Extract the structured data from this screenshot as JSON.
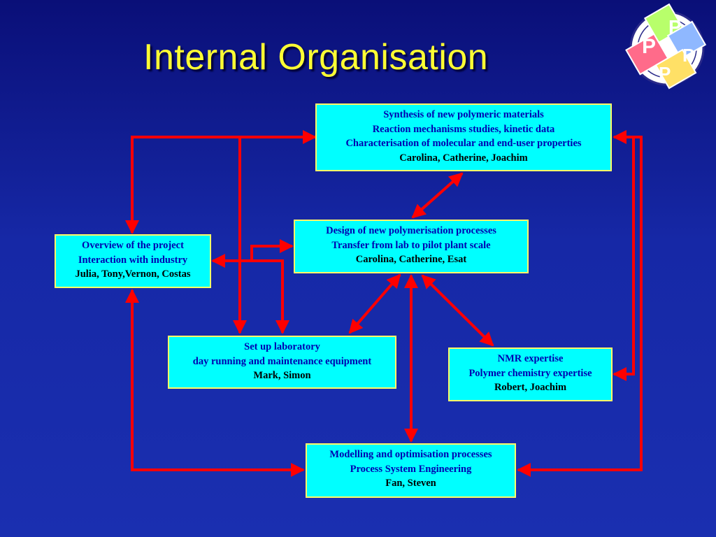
{
  "slide": {
    "title": "Internal Organisation"
  },
  "boxes": {
    "synthesis": {
      "lines": [
        "Synthesis of new polymeric materials",
        "Reaction mechanisms studies, kinetic data",
        "Characterisation of molecular and end-user properties"
      ],
      "people": "Carolina, Catherine, Joachim"
    },
    "design": {
      "lines": [
        "Design of new polymerisation processes",
        "Transfer from lab to pilot plant scale"
      ],
      "people": "Carolina, Catherine, Esat"
    },
    "overview": {
      "lines": [
        "Overview of the project",
        "Interaction with industry"
      ],
      "people": "Julia, Tony,Vernon, Costas"
    },
    "laboratory": {
      "lines": [
        "Set up laboratory",
        "day running and maintenance equipment"
      ],
      "people": "Mark, Simon"
    },
    "nmr": {
      "lines": [
        "NMR expertise",
        "Polymer chemistry expertise"
      ],
      "people": "Robert, Joachim"
    },
    "modelling": {
      "lines": [
        "Modelling and optimisation processes",
        "Process System Engineering"
      ],
      "people": "Fan, Steven"
    }
  },
  "logo": {
    "letters": [
      "P",
      "P",
      "P",
      "P"
    ],
    "colors": [
      "#ff6b8a",
      "#b8ff6b",
      "#8fb8ff",
      "#ffe066"
    ]
  },
  "colors": {
    "background_top": "#0a0f78",
    "background_bottom": "#1a2fb0",
    "title": "#ffff33",
    "box_fill": "#00ffff",
    "box_border": "#ffff66",
    "arrow": "#ff0000"
  }
}
